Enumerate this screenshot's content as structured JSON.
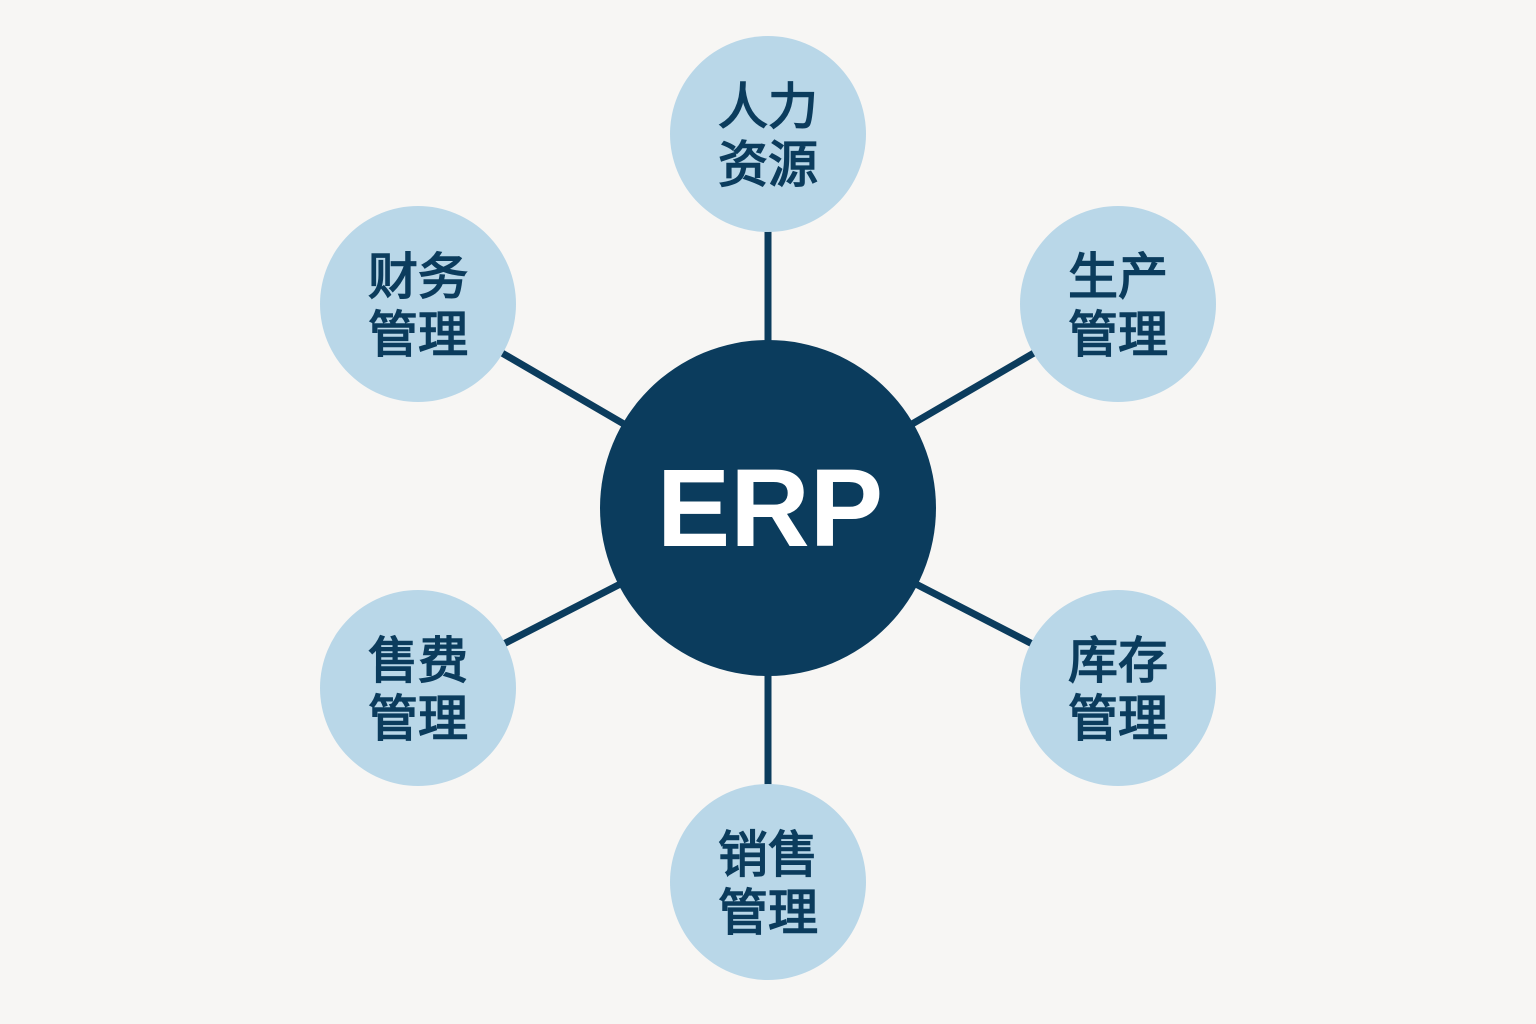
{
  "colors": {
    "background": "#f7f6f4",
    "center": "#0b3c5d",
    "node": "#b9d7e8",
    "line": "#0b3c5d",
    "node_text": "#0b3c5d"
  },
  "center": {
    "label": "ERP"
  },
  "nodes": [
    {
      "line1": "人力",
      "line2": "资源"
    },
    {
      "line1": "生产",
      "line2": "管理"
    },
    {
      "line1": "库存",
      "line2": "管理"
    },
    {
      "line1": "销售",
      "line2": "管理"
    },
    {
      "line1": "售费",
      "line2": "管理"
    },
    {
      "line1": "财务",
      "line2": "管理"
    }
  ]
}
